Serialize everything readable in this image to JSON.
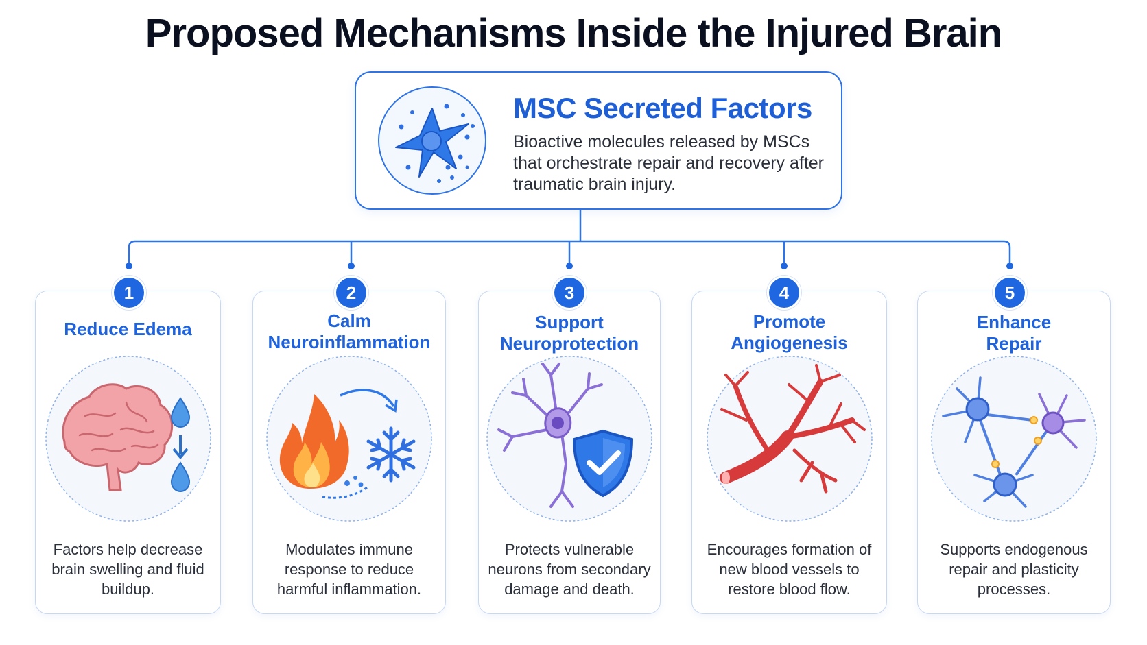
{
  "title": "Proposed Mechanisms Inside the Injured Brain",
  "top": {
    "heading": "MSC Secreted Factors",
    "description": "Bioactive molecules released by MSCs that orchestrate repair and recovery after traumatic brain injury."
  },
  "colors": {
    "accent": "#1f63dc",
    "badge": "#1f67e0",
    "border": "#2e74e6"
  },
  "mechanisms": [
    {
      "number": "1",
      "title_lines": [
        "Reduce Edema"
      ],
      "description": "Factors help decrease brain swelling and fluid buildup.",
      "icon": "brain-water-drops-icon"
    },
    {
      "number": "2",
      "title_lines": [
        "Calm",
        "Neuroinflammation"
      ],
      "description": "Modulates immune response to reduce harmful inflammation.",
      "icon": "fire-to-snowflake-icon"
    },
    {
      "number": "3",
      "title_lines": [
        "Support",
        "Neuroprotection"
      ],
      "description": "Protects vulnerable neurons from secondary damage and death.",
      "icon": "neuron-shield-icon"
    },
    {
      "number": "4",
      "title_lines": [
        "Promote",
        "Angiogenesis"
      ],
      "description": "Encourages formation of new blood vessels to restore blood flow.",
      "icon": "blood-vessels-icon"
    },
    {
      "number": "5",
      "title_lines": [
        "Enhance",
        "Repair"
      ],
      "description": "Supports endogenous repair and plasticity processes.",
      "icon": "connected-neurons-icon"
    }
  ]
}
